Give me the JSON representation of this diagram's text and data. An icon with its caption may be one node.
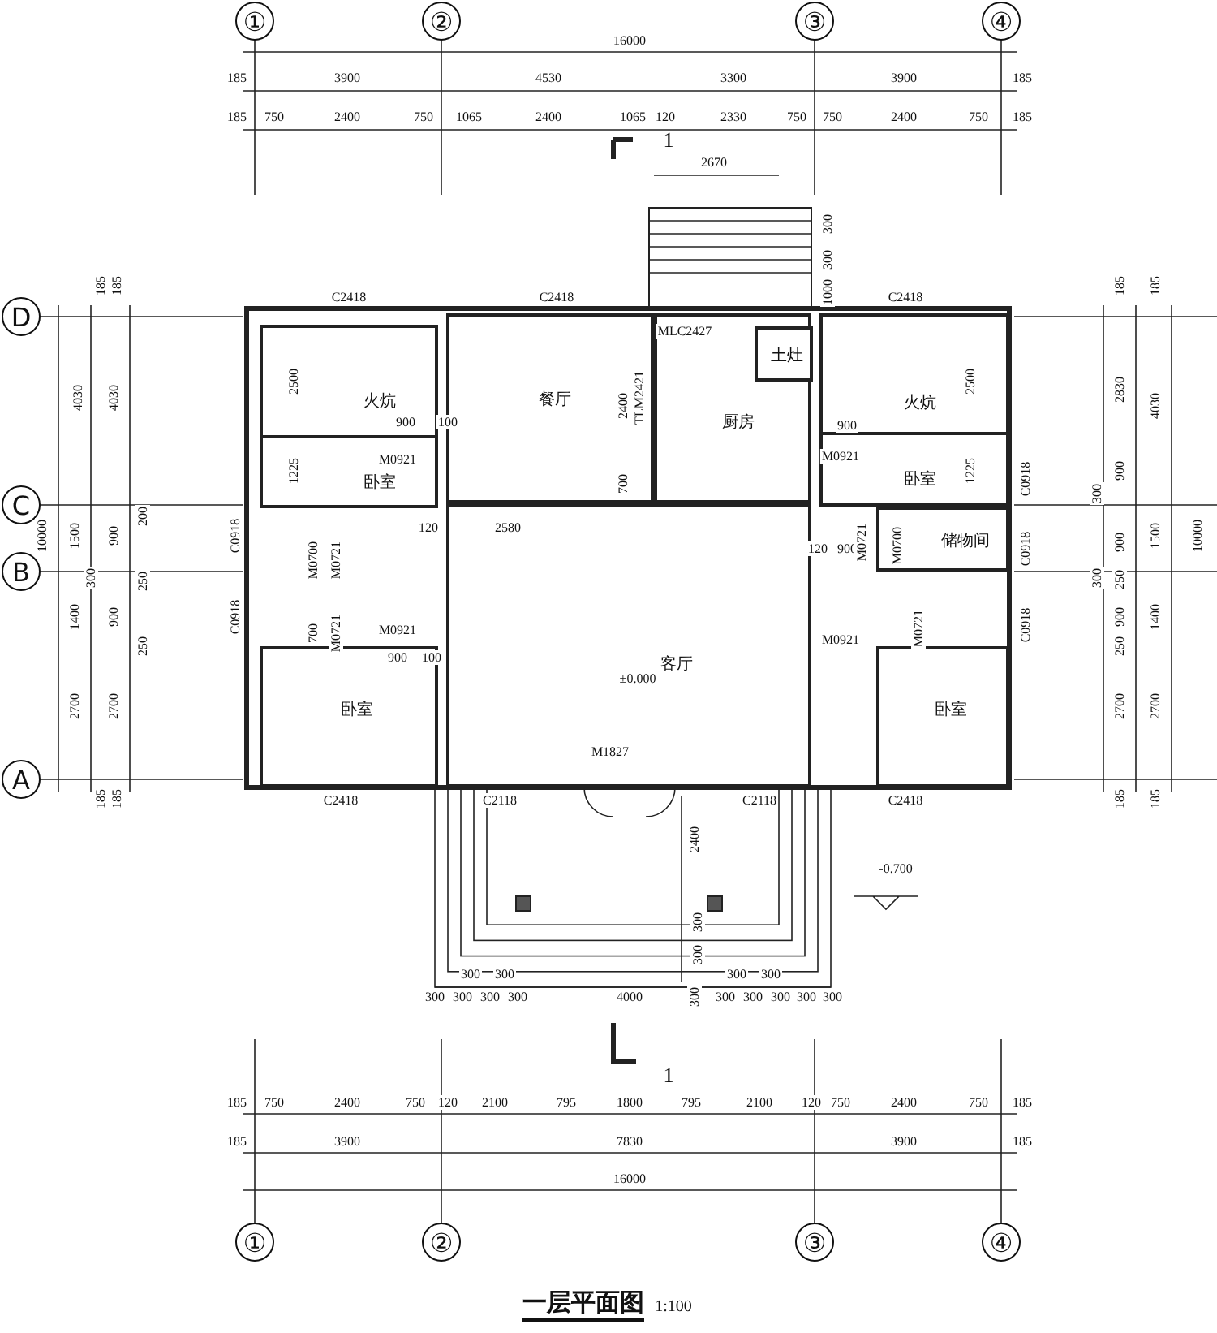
{
  "diagram": {
    "title": "一层平面图",
    "nodes": [
      {
        "text": [
          "①"
        ]
      },
      {
        "text": [
          "②"
        ]
      },
      {
        "text": [
          "③"
        ]
      },
      {
        "text": [
          "④"
        ]
      },
      {
        "text": [
          "D"
        ]
      },
      {
        "text": [
          "C"
        ]
      },
      {
        "text": [
          "B"
        ]
      },
      {
        "text": [
          "A"
        ]
      },
      {
        "text": [
          "火炕"
        ]
      },
      {
        "text": [
          "卧室"
        ]
      },
      {
        "text": [
          "餐厅"
        ]
      },
      {
        "text": [
          "厨房"
        ]
      },
      {
        "text": [
          "土灶"
        ],
        "in": 11
      },
      {
        "text": [
          "火炕"
        ]
      },
      {
        "text": [
          "卧室"
        ]
      },
      {
        "text": [
          "储物间"
        ]
      },
      {
        "text": [
          "客厅"
        ]
      },
      {
        "text": [
          "卧室"
        ]
      },
      {
        "text": [
          "卧室"
        ]
      },
      {
        "text": [
          "①"
        ]
      },
      {
        "text": [
          "②"
        ]
      },
      {
        "text": [
          "③"
        ]
      },
      {
        "text": [
          "④"
        ]
      }
    ],
    "labels": [
      "16000",
      "185",
      "3900",
      "4530",
      "3300",
      "3900",
      "185",
      "185",
      "750",
      "2400",
      "750",
      "1065",
      "2400",
      "1065",
      "120",
      "2330",
      "750",
      "750",
      "2400",
      "750",
      "185",
      "1",
      "2670",
      "300",
      "300",
      "185",
      "185",
      "C2418",
      "C2418",
      "1000",
      "C2418",
      "185",
      "185",
      "4030",
      "4030",
      "10000",
      "1500",
      "200",
      "900",
      "300",
      "250",
      "1400",
      "900",
      "250",
      "2700",
      "2700",
      "185",
      "185",
      "2500",
      "900",
      "100",
      "1225",
      "M0921",
      "C0918",
      "120",
      "2580",
      "M0700",
      "M0721",
      "C0918",
      "700",
      "M0721",
      "M0921",
      "900",
      "100",
      "2400",
      "700",
      "TLM2421",
      "MLC2427",
      "±0.000",
      "M1827",
      "2500",
      "900",
      "M0921",
      "1225",
      "C0918",
      "120",
      "900",
      "M0721",
      "M0700",
      "C0918",
      "M0921",
      "M0721",
      "C0918",
      "2830",
      "4030",
      "900",
      "300",
      "900",
      "300",
      "1500",
      "10000",
      "250",
      "900",
      "1400",
      "250",
      "2700",
      "2700",
      "185",
      "185",
      "C2418",
      "C2118",
      "C2118",
      "C2418",
      "2400",
      "-0.700",
      "300",
      "300",
      "300",
      "300",
      "300",
      "300",
      "300",
      "300",
      "300",
      "300",
      "4000",
      "300",
      "300",
      "300",
      "300",
      "300",
      "300",
      "1",
      "185",
      "750",
      "2400",
      "750",
      "120",
      "2100",
      "795",
      "1800",
      "795",
      "2100",
      "120",
      "750",
      "2400",
      "750",
      "185",
      "185",
      "3900",
      "7830",
      "3900",
      "185",
      "16000",
      "1:100"
    ]
  }
}
